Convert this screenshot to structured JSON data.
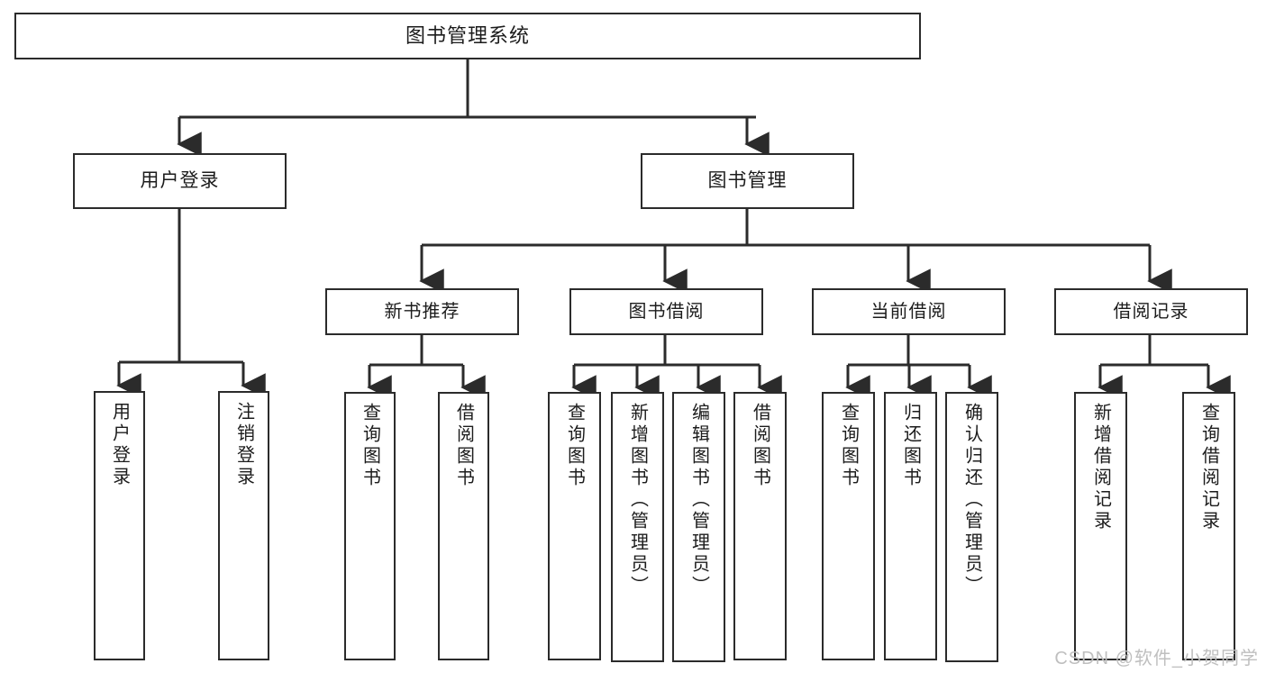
{
  "diagram": {
    "type": "tree-hierarchy",
    "title": "图书管理系统",
    "watermark": "CSDN @软件_小贺同学",
    "colors": {
      "background": "#ffffff",
      "border": "#2b2b2b",
      "connector": "#2b2b2b",
      "text": "#1c1c1c",
      "watermark": "#bfbfbf"
    },
    "root": {
      "label": "图书管理系统"
    },
    "level2": [
      {
        "label": "用户登录"
      },
      {
        "label": "图书管理"
      }
    ],
    "level3": [
      {
        "label": "新书推荐"
      },
      {
        "label": "图书借阅"
      },
      {
        "label": "当前借阅"
      },
      {
        "label": "借阅记录"
      }
    ],
    "leaves": {
      "user_login": [
        {
          "label": "用户登录"
        },
        {
          "label": "注销登录"
        }
      ],
      "new_book_recommend": [
        {
          "label": "查询图书"
        },
        {
          "label": "借阅图书"
        }
      ],
      "book_borrow": [
        {
          "label": "查询图书"
        },
        {
          "label": "新增图书（管理员）"
        },
        {
          "label": "编辑图书（管理员）"
        },
        {
          "label": "借阅图书"
        }
      ],
      "current_borrow": [
        {
          "label": "查询图书"
        },
        {
          "label": "归还图书"
        },
        {
          "label": "确认归还（管理员）"
        }
      ],
      "borrow_record": [
        {
          "label": "新增借阅记录"
        },
        {
          "label": "查询借阅记录"
        }
      ]
    }
  }
}
